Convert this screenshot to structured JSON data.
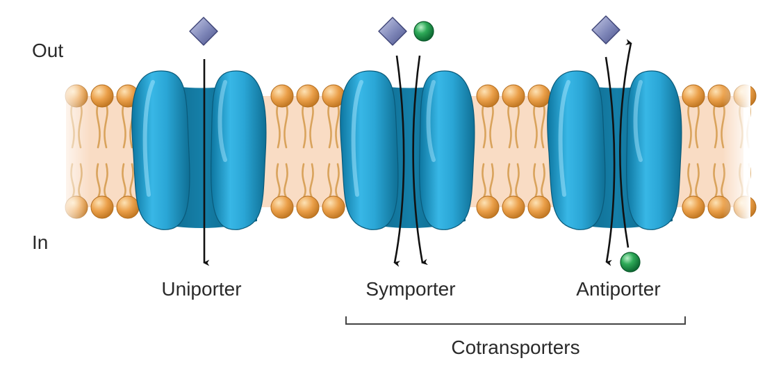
{
  "labels": {
    "out": "Out",
    "in": "In",
    "uniporter": "Uniporter",
    "symporter": "Symporter",
    "antiporter": "Antiporter",
    "cotransporters": "Cotransporters"
  },
  "colors": {
    "membrane": "#f9dcc4",
    "lipid_head": "#e6992f",
    "lipid_tail": "#d9a35c",
    "protein": "#2aa8d8",
    "protein_dark": "#0f6f94",
    "solute_diamond": "#7e86b8",
    "solute_sphere": "#1f9a4c",
    "arrow": "#111111"
  },
  "icons": {
    "diamond": "diamond-solute-icon",
    "sphere": "sphere-solute-icon"
  }
}
